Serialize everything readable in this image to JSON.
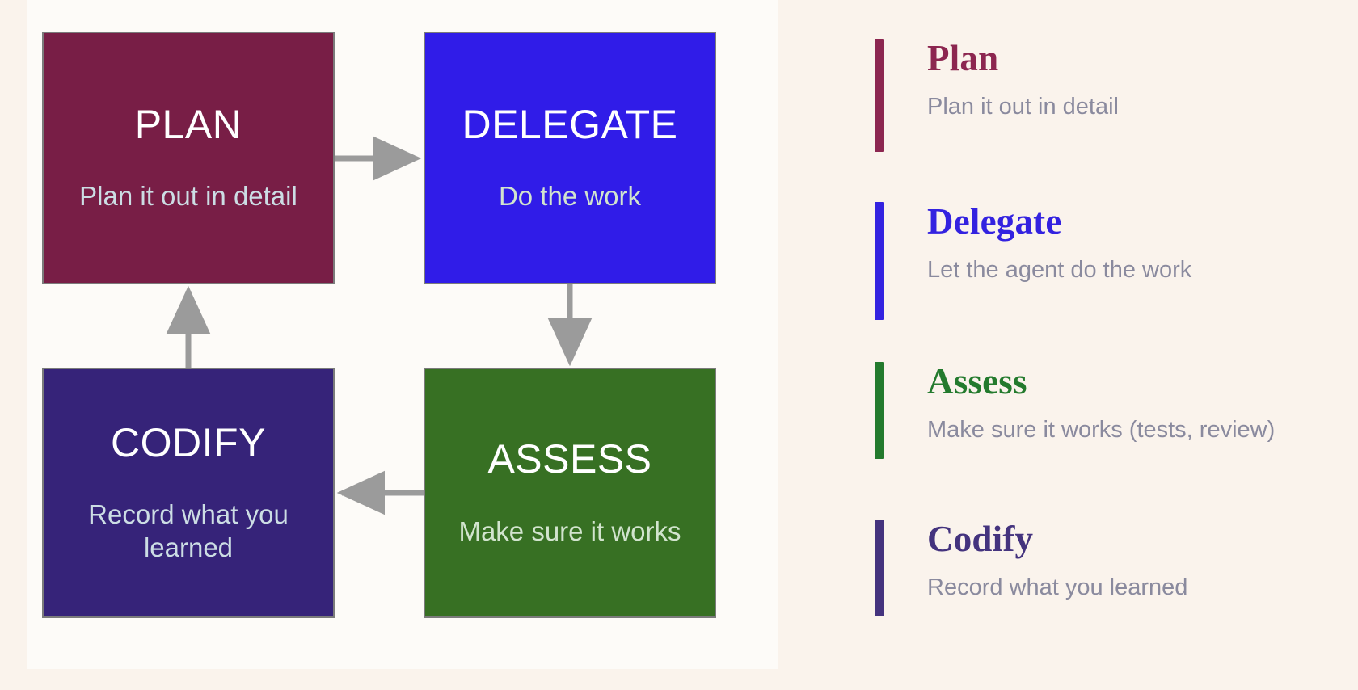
{
  "colors": {
    "page_background": "#faf3ec",
    "panel_background": "#fdfbf8",
    "arrow": "#9b9b9b",
    "node_border": "#7b7b7b",
    "plan": "#781e46",
    "delegate": "#301ce8",
    "assess": "#377023",
    "codify": "#362379",
    "legend_desc_text": "#8a8a9e",
    "node_title_text": "#ffffff",
    "node_sub_text": "#cfdde4"
  },
  "diagram": {
    "type": "cycle-flowchart",
    "nodes": [
      {
        "id": "plan",
        "title": "PLAN",
        "subtitle": "Plan it out in detail",
        "color": "#781e46"
      },
      {
        "id": "delegate",
        "title": "DELEGATE",
        "subtitle": "Do the work",
        "color": "#301ce8"
      },
      {
        "id": "codify",
        "title": "CODIFY",
        "subtitle": "Record what you learned",
        "color": "#362379"
      },
      {
        "id": "assess",
        "title": "ASSESS",
        "subtitle": "Make sure it works",
        "color": "#377023"
      }
    ],
    "edges": [
      {
        "from": "plan",
        "to": "delegate",
        "direction": "right"
      },
      {
        "from": "delegate",
        "to": "assess",
        "direction": "down"
      },
      {
        "from": "assess",
        "to": "codify",
        "direction": "left"
      },
      {
        "from": "codify",
        "to": "plan",
        "direction": "up"
      }
    ]
  },
  "legend": {
    "items": [
      {
        "title": "Plan",
        "desc": "Plan it out in detail",
        "color": "#8c2650"
      },
      {
        "title": "Delegate",
        "desc": "Let the agent do the work",
        "color": "#3322e0"
      },
      {
        "title": "Assess",
        "desc": "Make sure it works (tests, review)",
        "color": "#237a2d"
      },
      {
        "title": "Codify",
        "desc": "Record what you learned",
        "color": "#44337e"
      }
    ]
  }
}
